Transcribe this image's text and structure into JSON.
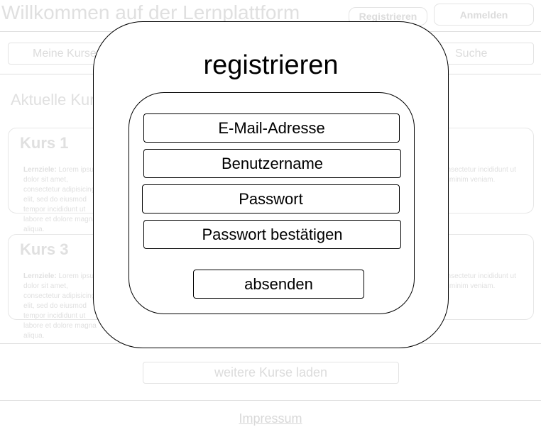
{
  "header": {
    "title": "Willkommen auf der Lernplattform",
    "register_label": "Registrieren",
    "login_label": "Anmelden"
  },
  "nav": {
    "my_courses_label": "Meine Kurse",
    "search_label": "Suche"
  },
  "main": {
    "section_title": "Aktuelle Kurse",
    "courses": [
      {
        "title": "Kurs 1",
        "goal_label": "Lernziele:",
        "text_left": "Lorem ipsum dolor sit amet, consectetur adipisicing elit, sed do eiusmod tempor incididunt ut labore et dolore magna aliqua.",
        "text_right": "consectetur incididunt ut ad minim veniam."
      },
      {
        "title": "Kurs 3",
        "goal_label": "Lernziele:",
        "text_left": "Lorem ipsum dolor sit amet, consectetur adipisicing elit, sed do eiusmod tempor incididunt ut labore et dolore magna aliqua.",
        "text_right": "consectetur incididunt ut ad minim veniam."
      }
    ],
    "more_courses_label": "weitere Kurse laden"
  },
  "footer": {
    "impressum_label": "Impressum"
  },
  "modal": {
    "title": "registrieren",
    "fields": {
      "email": "E-Mail-Adresse",
      "username": "Benutzername",
      "password": "Passwort",
      "password_confirm": "Passwort bestätigen"
    },
    "submit_label": "absenden"
  }
}
